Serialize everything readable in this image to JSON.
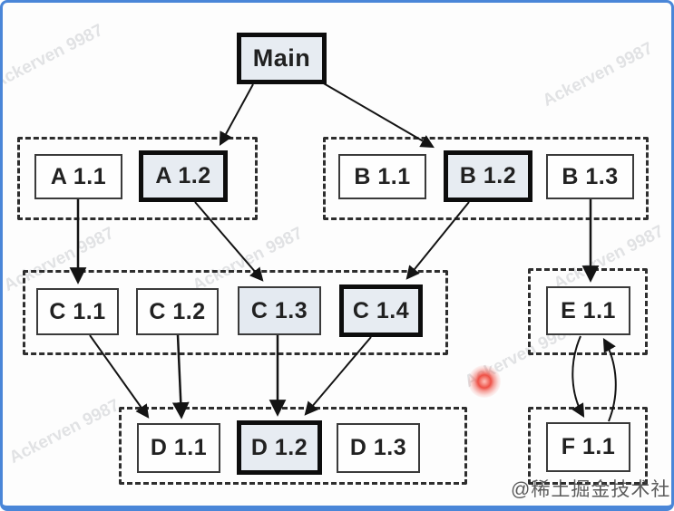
{
  "diagram": {
    "type": "dependency-graph",
    "nodes": {
      "main": {
        "label": "Main",
        "highlighted": true
      },
      "a11": {
        "label": "A 1.1",
        "highlighted": false
      },
      "a12": {
        "label": "A 1.2",
        "highlighted": true
      },
      "b11": {
        "label": "B 1.1",
        "highlighted": false
      },
      "b12": {
        "label": "B 1.2",
        "highlighted": true
      },
      "b13": {
        "label": "B 1.3",
        "highlighted": false
      },
      "c11": {
        "label": "C 1.1",
        "highlighted": false
      },
      "c12": {
        "label": "C 1.2",
        "highlighted": false
      },
      "c13": {
        "label": "C 1.3",
        "highlighted": false,
        "shaded": true
      },
      "c14": {
        "label": "C 1.4",
        "highlighted": true
      },
      "d11": {
        "label": "D 1.1",
        "highlighted": false
      },
      "d12": {
        "label": "D 1.2",
        "highlighted": true
      },
      "d13": {
        "label": "D 1.3",
        "highlighted": false
      },
      "e11": {
        "label": "E 1.1",
        "highlighted": false
      },
      "f11": {
        "label": "F 1.1",
        "highlighted": false
      }
    },
    "groups": [
      "A",
      "B",
      "C",
      "D",
      "E",
      "F"
    ],
    "edges": [
      {
        "from": "Main",
        "to": "A 1.2"
      },
      {
        "from": "Main",
        "to": "B 1.2"
      },
      {
        "from": "A 1.1",
        "to": "C 1.1"
      },
      {
        "from": "A 1.2",
        "to": "C 1.3"
      },
      {
        "from": "B 1.2",
        "to": "C 1.4"
      },
      {
        "from": "B 1.3",
        "to": "E 1.1"
      },
      {
        "from": "C 1.1",
        "to": "D 1.1"
      },
      {
        "from": "C 1.2",
        "to": "D 1.1"
      },
      {
        "from": "C 1.3",
        "to": "D 1.2"
      },
      {
        "from": "C 1.4",
        "to": "D 1.2"
      },
      {
        "from": "E 1.1",
        "to": "F 1.1",
        "curved": true
      },
      {
        "from": "F 1.1",
        "to": "E 1.1",
        "curved": true
      }
    ],
    "watermark": "Ackerven 9987",
    "credit": "@稀土掘金技术社区",
    "colors": {
      "frame": "#4a86d8",
      "highlight_fill": "#e7ecf2",
      "node_border": "#3a3a3a",
      "thick_border": "#0d0d0d",
      "dashed_border": "#2e2e2e",
      "red_dot": "#ee5146",
      "watermark_gray": "#9aa0a6"
    }
  }
}
